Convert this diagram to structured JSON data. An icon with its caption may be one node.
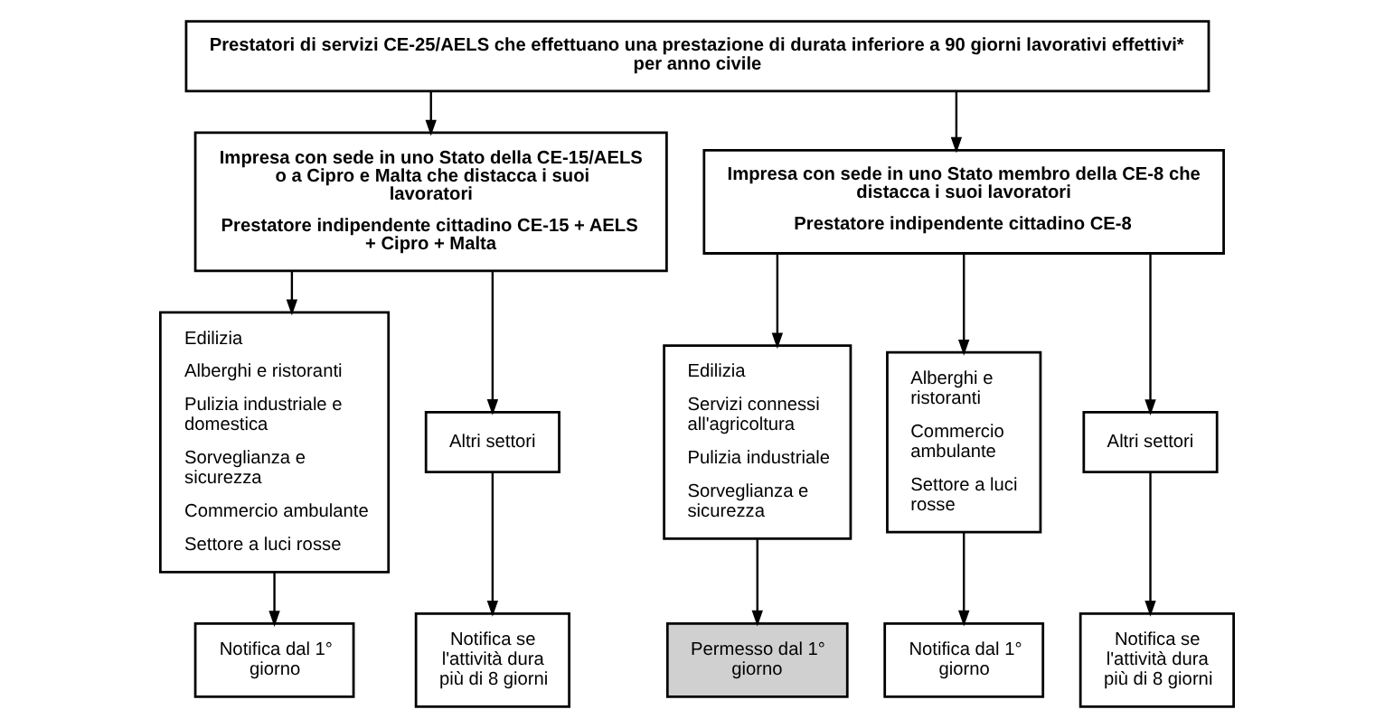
{
  "diagram": {
    "nodes": [
      {
        "text": [
          "Prestatori di servizi CE-25/AELS che effettuano una prestazione di durata inferiore a 90 giorni lavorativi effettivi* per anno civile"
        ]
      },
      {
        "text": [
          "Impresa con sede in uno Stato della CE-15/AELS o a Cipro e Malta che distacca i suoi lavoratori",
          "Prestatore indipendente cittadino CE-15 + AELS + Cipro + Malta"
        ]
      },
      {
        "text": [
          "Impresa con sede in uno Stato membro della CE-8 che distacca i suoi lavoratori",
          "Prestatore indipendente cittadino CE-8"
        ]
      },
      {
        "text": [
          "Edilizia",
          "Alberghi e ristoranti",
          "Pulizia industriale e domestica",
          "Sorveglianza e sicurezza",
          "Commercio ambulante",
          "Settore a luci rosse"
        ]
      },
      {
        "text": [
          "Altri settori"
        ]
      },
      {
        "text": [
          "Edilizia",
          "Servizi connessi all'agricoltura",
          "Pulizia industriale",
          "Sorveglianza e sicurezza"
        ]
      },
      {
        "text": [
          "Alberghi e ristoranti",
          "Commercio ambulante",
          "Settore a luci rosse"
        ]
      },
      {
        "text": [
          "Altri settori"
        ]
      },
      {
        "text": [
          "Notifica dal 1° giorno"
        ]
      },
      {
        "text": [
          "Notifica se l'attività dura più di 8 giorni"
        ]
      },
      {
        "text": [
          "Permesso dal 1° giorno"
        ]
      },
      {
        "text": [
          "Notifica dal 1° giorno"
        ]
      },
      {
        "text": [
          "Notifica se l'attività dura più di 8 giorni"
        ]
      }
    ],
    "edges": [
      {
        "from": 0,
        "to": 1,
        "arrow": "to"
      },
      {
        "from": 0,
        "to": 2,
        "arrow": "to"
      },
      {
        "from": 1,
        "to": 3,
        "arrow": "to"
      },
      {
        "from": 1,
        "to": 4,
        "arrow": "to"
      },
      {
        "from": 2,
        "to": 5,
        "arrow": "to"
      },
      {
        "from": 2,
        "to": 6,
        "arrow": "to"
      },
      {
        "from": 2,
        "to": 7,
        "arrow": "to"
      },
      {
        "from": 3,
        "to": 8,
        "arrow": "to"
      },
      {
        "from": 4,
        "to": 9,
        "arrow": "to"
      },
      {
        "from": 5,
        "to": 10,
        "arrow": "to"
      },
      {
        "from": 6,
        "to": 11,
        "arrow": "to"
      },
      {
        "from": 7,
        "to": 12,
        "arrow": "to"
      }
    ]
  }
}
